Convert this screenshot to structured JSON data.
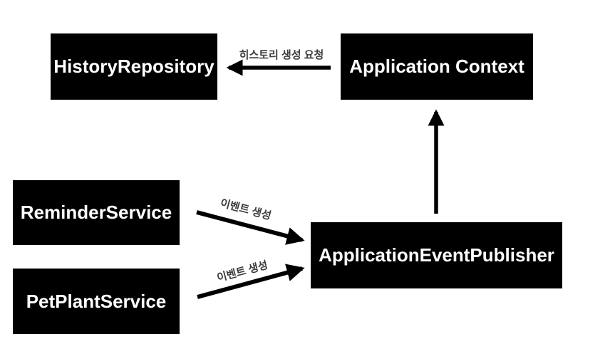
{
  "diagram": {
    "background_color": "#ffffff",
    "node_fill_color": "#000000",
    "node_text_color": "#ffffff",
    "arrow_color": "#000000",
    "edge_label_color": "#3c3c3c",
    "nodes": [
      {
        "id": "history-repository",
        "label": "HistoryRepository"
      },
      {
        "id": "application-context",
        "label": "Application Context"
      },
      {
        "id": "reminder-service",
        "label": "ReminderService"
      },
      {
        "id": "pet-plant-service",
        "label": "PetPlantService"
      },
      {
        "id": "application-event-publisher",
        "label": "ApplicationEventPublisher"
      }
    ],
    "edges": [
      {
        "from": "application-context",
        "to": "history-repository",
        "label": "히스토리 생성 요청",
        "direction": "left"
      },
      {
        "from": "reminder-service",
        "to": "application-event-publisher",
        "label": "이벤트 생성",
        "direction": "down-right"
      },
      {
        "from": "pet-plant-service",
        "to": "application-event-publisher",
        "label": "이벤트 생성",
        "direction": "up-right"
      },
      {
        "from": "application-event-publisher",
        "to": "application-context",
        "label": "",
        "direction": "up"
      }
    ]
  }
}
